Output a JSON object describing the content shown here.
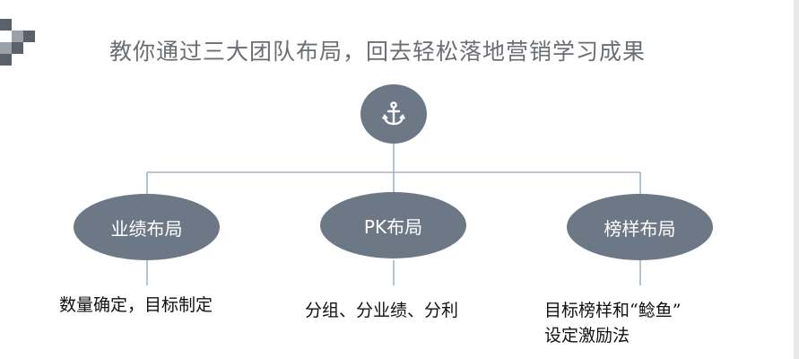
{
  "title": "教你通过三大团队布局，回去轻松落地营销学习成果",
  "colors": {
    "node_fill": "#6c7885",
    "connector": "#9fb4c8",
    "deco_dark": "#59616b",
    "deco_light": "#9aa1a8",
    "text_dark": "#111111",
    "title_gray": "#6b6e72"
  },
  "hub": {
    "icon": "anchor-icon",
    "glyph": "⚓"
  },
  "branches": [
    {
      "label": "业绩布局",
      "description": [
        "数量确定，目标制定"
      ]
    },
    {
      "label": "PK布局",
      "description": [
        "分组、分业绩、分利"
      ]
    },
    {
      "label": "榜样布局",
      "description": [
        "目标榜样和“鲶鱼”",
        "设定激励法"
      ]
    }
  ]
}
